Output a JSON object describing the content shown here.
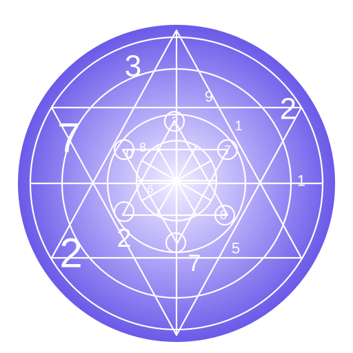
{
  "colors": {
    "disc_center": "#f2f0ff",
    "disc_mid": "#a89cf6",
    "disc_edge": "#6a5ae8",
    "rim": "#6557e6",
    "lines": "#ffffff"
  },
  "puzzle": {
    "labels": [
      {
        "id": "outer-top-left",
        "text": "3",
        "size": "large"
      },
      {
        "id": "outer-left",
        "text": "7",
        "size": "large"
      },
      {
        "id": "outer-top-right",
        "text": "2",
        "size": "large"
      },
      {
        "id": "outer-bottom-left",
        "text": "2",
        "size": "large"
      },
      {
        "id": "ring-top",
        "text": "9",
        "size": "small"
      },
      {
        "id": "ring-right",
        "text": "1",
        "size": "small"
      },
      {
        "id": "ring-right-low",
        "text": "5",
        "size": "small"
      },
      {
        "id": "inner-upper-right",
        "text": "1",
        "size": "small"
      },
      {
        "id": "inner-left",
        "text": "8",
        "size": "small"
      },
      {
        "id": "inner-left-zero",
        "text": "0",
        "size": "small"
      },
      {
        "id": "inner-left-six",
        "text": "6",
        "size": "small"
      },
      {
        "id": "node-lower-left",
        "text": "2",
        "size": "medium"
      },
      {
        "id": "node-bottom",
        "text": "7",
        "size": "medium"
      },
      {
        "id": "node-right",
        "text": "8",
        "size": "small"
      },
      {
        "id": "node-top",
        "text": "2",
        "size": "small"
      },
      {
        "id": "node-upper-right",
        "text": "7",
        "size": "small"
      }
    ]
  }
}
